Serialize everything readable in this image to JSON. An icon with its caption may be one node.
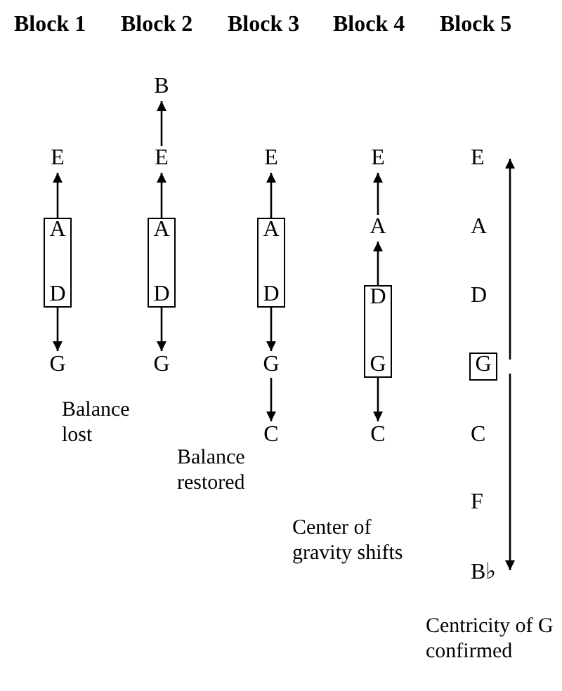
{
  "diagram": {
    "nodes": [
      {
        "text": [
          "A",
          "D"
        ]
      },
      {
        "text": [
          "E"
        ]
      },
      {
        "text": [
          "G"
        ]
      },
      {
        "text": [
          "B"
        ]
      },
      {
        "text": [
          "E"
        ]
      },
      {
        "text": [
          "A",
          "D"
        ]
      },
      {
        "text": [
          "G"
        ]
      },
      {
        "text": [
          "E"
        ]
      },
      {
        "text": [
          "A",
          "D"
        ]
      },
      {
        "text": [
          "G"
        ]
      },
      {
        "text": [
          "C"
        ]
      },
      {
        "text": [
          "E"
        ]
      },
      {
        "text": [
          "A"
        ]
      },
      {
        "text": [
          "D",
          "G"
        ]
      },
      {
        "text": [
          "C"
        ]
      },
      {
        "text": [
          "G"
        ]
      }
    ],
    "edges": [
      {
        "from": 0,
        "to": 1,
        "arrow": "to"
      },
      {
        "from": 0,
        "to": 2,
        "arrow": "to"
      },
      {
        "from": 4,
        "to": 3,
        "arrow": "to"
      },
      {
        "from": 5,
        "to": 4,
        "arrow": "to"
      },
      {
        "from": 5,
        "to": 6,
        "arrow": "to"
      },
      {
        "from": 8,
        "to": 7,
        "arrow": "to"
      },
      {
        "from": 8,
        "to": 9,
        "arrow": "to"
      },
      {
        "from": 9,
        "to": 10,
        "arrow": "to"
      },
      {
        "from": 12,
        "to": 11,
        "arrow": "to"
      },
      {
        "from": 13,
        "to": 12,
        "arrow": "to"
      },
      {
        "from": 13,
        "to": 14,
        "arrow": "to"
      }
    ],
    "labels": [
      "Block 1",
      "Block 2",
      "Block 3",
      "Block 4",
      "Block 5",
      "E",
      "A",
      "D",
      "Balance lost",
      "C",
      "Balance restored",
      "F",
      "Center of gravity shifts",
      "B♭",
      "Centricity of G confirmed"
    ]
  }
}
